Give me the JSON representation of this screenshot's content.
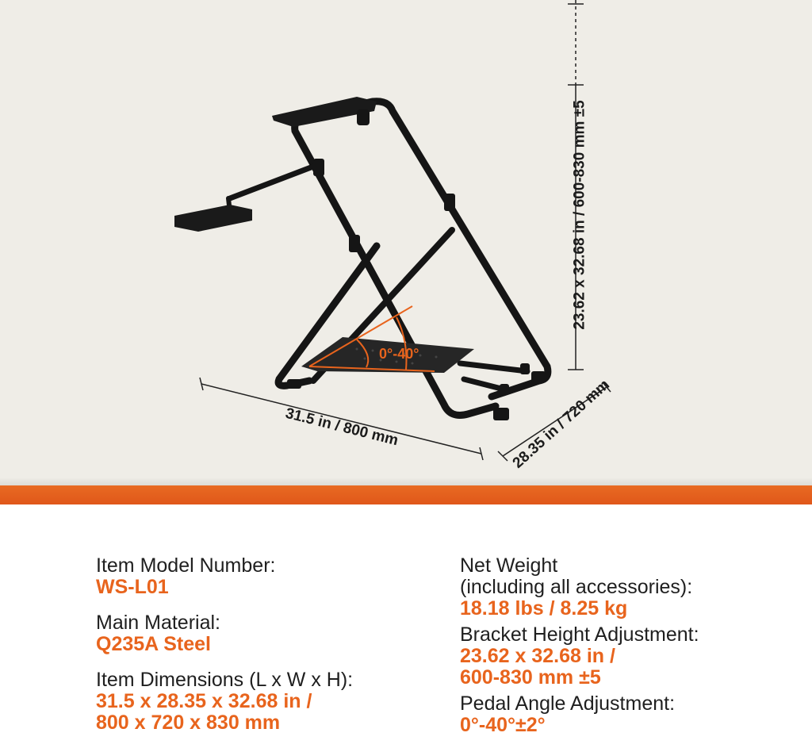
{
  "dimensions": {
    "height": "23.62 x 32.68 in / 600-830 mm ±5",
    "length": "31.5 in / 800 mm",
    "width": "28.35 in / 720 mm",
    "angle": "0°-40°"
  },
  "specs_left": [
    {
      "label": "Item Model Number:",
      "value": "WS-L01"
    },
    {
      "label": "Main Material:",
      "value": "Q235A Steel"
    },
    {
      "label": "Item Dimensions (L x W x H):",
      "value_lines": [
        "31.5 x 28.35 x 32.68 in /",
        "800 x 720 x 830 mm"
      ]
    }
  ],
  "specs_right": [
    {
      "label_lines": [
        "Net Weight",
        "(including all accessories):"
      ],
      "value": "18.18 lbs / 8.25 kg"
    },
    {
      "label": "Bracket Height Adjustment:",
      "value_lines": [
        "23.62 x 32.68 in /",
        "600-830 mm ±5"
      ]
    },
    {
      "label": "Pedal Angle Adjustment:",
      "value": "0°-40°±2°"
    }
  ],
  "colors": {
    "accent": "#e8641d",
    "background": "#efede7",
    "text": "#1f1f1f"
  }
}
